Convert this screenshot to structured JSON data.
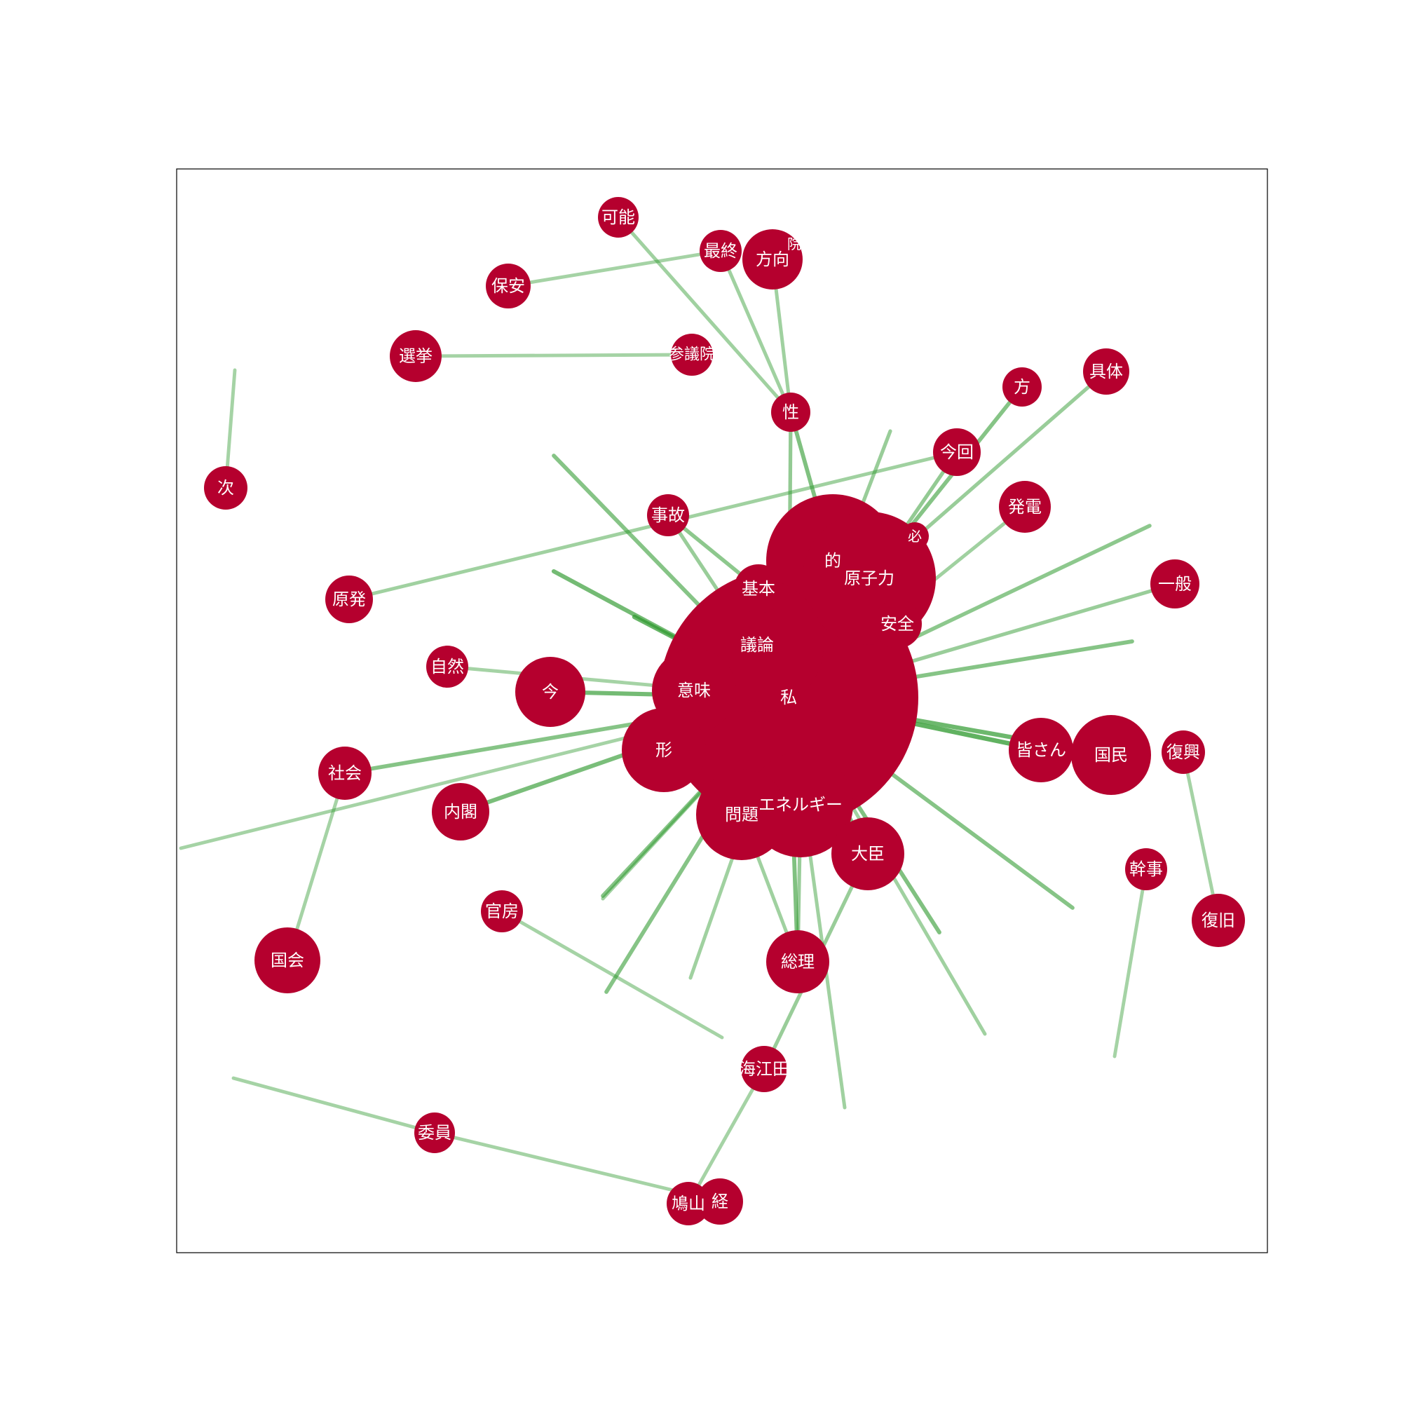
{
  "colors": {
    "node": "#b5002e",
    "edge": "#2f9a2f",
    "label": "#ffffff",
    "frame": "#000000"
  },
  "nodes": [
    {
      "id": "watashi",
      "label": "私"
    },
    {
      "id": "teki",
      "label": "的"
    },
    {
      "id": "genshiryoku",
      "label": "原子力"
    },
    {
      "id": "hitsuyou",
      "label": "必"
    },
    {
      "id": "anzen",
      "label": "安全"
    },
    {
      "id": "kihon",
      "label": "基本"
    },
    {
      "id": "giron",
      "label": "議論"
    },
    {
      "id": "imi",
      "label": "意味"
    },
    {
      "id": "katachi",
      "label": "形"
    },
    {
      "id": "mondai",
      "label": "問題"
    },
    {
      "id": "energy",
      "label": "エネルギー"
    },
    {
      "id": "daijin",
      "label": "大臣"
    },
    {
      "id": "sori",
      "label": "総理"
    },
    {
      "id": "ima",
      "label": "今"
    },
    {
      "id": "minasan",
      "label": "皆さん"
    },
    {
      "id": "kokumin",
      "label": "国民"
    },
    {
      "id": "fukko",
      "label": "復興"
    },
    {
      "id": "fukkyu",
      "label": "復旧"
    },
    {
      "id": "kanji",
      "label": "幹事"
    },
    {
      "id": "ippan",
      "label": "一般"
    },
    {
      "id": "hatsuden",
      "label": "発電"
    },
    {
      "id": "konkai",
      "label": "今回"
    },
    {
      "id": "kata",
      "label": "方"
    },
    {
      "id": "gutai",
      "label": "具体"
    },
    {
      "id": "sei",
      "label": "性"
    },
    {
      "id": "kanou",
      "label": "可能"
    },
    {
      "id": "saishu",
      "label": "最終"
    },
    {
      "id": "houkou",
      "label": "方向"
    },
    {
      "id": "in",
      "label": "院"
    },
    {
      "id": "hoan",
      "label": "保安"
    },
    {
      "id": "senkyo",
      "label": "選挙"
    },
    {
      "id": "sangiin",
      "label": "参議院"
    },
    {
      "id": "tsugi",
      "label": "次"
    },
    {
      "id": "jiko",
      "label": "事故"
    },
    {
      "id": "genpatsu",
      "label": "原発"
    },
    {
      "id": "shizen",
      "label": "自然"
    },
    {
      "id": "shakai",
      "label": "社会"
    },
    {
      "id": "naikaku",
      "label": "内閣"
    },
    {
      "id": "kokkai",
      "label": "国会"
    },
    {
      "id": "kanbo",
      "label": "官房"
    },
    {
      "id": "edano",
      "label": "海江田"
    },
    {
      "id": "iin",
      "label": "委員"
    },
    {
      "id": "hatoyama",
      "label": "鳩山"
    },
    {
      "id": "kei",
      "label": "経"
    }
  ],
  "edges": [
    {
      "source": "watashi",
      "target": "minasan",
      "weight": 0.85
    },
    {
      "source": "watashi",
      "target": "kokumin",
      "weight": 0.75
    },
    {
      "source": "watashi",
      "target": "ima",
      "weight": 0.7
    },
    {
      "source": "watashi",
      "target": "naikaku",
      "weight": 0.65
    },
    {
      "source": "watashi",
      "target": "shakai",
      "weight": 0.55
    },
    {
      "source": "watashi",
      "target": "hatsuden",
      "weight": 0.35
    },
    {
      "source": "watashi",
      "target": "ippan",
      "weight": 0.4
    },
    {
      "source": "watashi",
      "target": "daijin",
      "weight": 0.6
    },
    {
      "source": "watashi",
      "target": "sori",
      "weight": 0.6
    },
    {
      "source": "watashi",
      "target": "jiko",
      "weight": 0.4
    },
    {
      "source": "watashi",
      "target": "sei",
      "weight": 0.45
    },
    {
      "source": "watashi",
      "target": "konkai",
      "weight": 0.45
    },
    {
      "source": "watashi",
      "target": "shizen",
      "weight": 0.3
    },
    {
      "source": "teki",
      "target": "sei",
      "weight": 0.6
    },
    {
      "source": "genshiryoku",
      "target": "kata",
      "weight": 0.55
    },
    {
      "source": "genshiryoku",
      "target": "gutai",
      "weight": 0.4
    },
    {
      "source": "kihon",
      "target": "jiko",
      "weight": 0.5
    },
    {
      "source": "daijin",
      "target": "edano",
      "weight": 0.4
    },
    {
      "source": "energy",
      "target": "sori",
      "weight": 0.4
    },
    {
      "source": "mondai",
      "target": "sori",
      "weight": 0.35
    },
    {
      "source": "konkai",
      "target": "genpatsu",
      "weight": 0.35
    },
    {
      "source": "kanou",
      "target": "sei",
      "weight": 0.35
    },
    {
      "source": "saishu",
      "target": "sei",
      "weight": 0.35
    },
    {
      "source": "houkou",
      "target": "sei",
      "weight": 0.35
    },
    {
      "source": "saishu",
      "target": "hoan",
      "weight": 0.3
    },
    {
      "source": "senkyo",
      "target": "sangiin",
      "weight": 0.3
    },
    {
      "source": "shakai",
      "target": "kokkai",
      "weight": 0.3
    },
    {
      "source": "fukko",
      "target": "fukkyu",
      "weight": 0.3
    },
    {
      "source": "kanji",
      "target": "kanji_end",
      "weight": 0.3
    },
    {
      "source": "edano",
      "target": "hatoyama",
      "weight": 0.3
    },
    {
      "source": "iin",
      "target": "kei",
      "weight": 0.3
    },
    {
      "source": "tsugi",
      "target": "tsugi_end",
      "weight": 0.3
    },
    {
      "source": "kanbo",
      "target": "kanbo_end",
      "weight": 0.3
    },
    {
      "source": "iin",
      "target": "iin_end",
      "weight": 0.3
    }
  ]
}
